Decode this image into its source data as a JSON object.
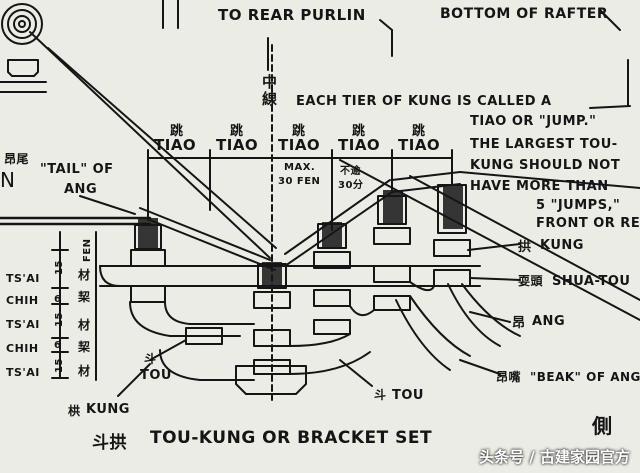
{
  "top_labels": {
    "rear_purlin": "TO REAR PURLIN",
    "rafter": "BOTTOM OF RAFTER"
  },
  "center_line": {
    "zh": "中線"
  },
  "tiao_header": [
    "TIAO",
    "TIAO",
    "TIAO",
    "TIAO",
    "TIAO"
  ],
  "tiao_zh": "跳",
  "max_note": {
    "en": [
      "MAX.",
      "30 FEN"
    ],
    "zh": [
      "不逾",
      "30分"
    ]
  },
  "tier_note": [
    "EACH TIER OF KUNG IS CALLED A",
    "TIAO OR \"JUMP.\"",
    "THE LARGEST TOU-",
    "KUNG SHOULD NOT",
    "HAVE MORE THAN",
    "5 \"JUMPS,\"",
    "FRONT OR RE"
  ],
  "left_labels": {
    "ang_tail_zh": "昂尾",
    "tail_of_ang": [
      "\"TAIL\" OF",
      "ANG"
    ],
    "n_mark": "N"
  },
  "fen_label": "FEN",
  "tier_rows": [
    {
      "name": "TS'AI",
      "fen": "15",
      "zh": "材"
    },
    {
      "name": "CHIH",
      "fen": "6",
      "zh": "栔"
    },
    {
      "name": "TS'AI",
      "fen": "15",
      "zh": "材"
    },
    {
      "name": "CHIH",
      "fen": "6",
      "zh": "栔"
    },
    {
      "name": "TS'AI",
      "fen": "15",
      "zh": "材"
    }
  ],
  "right_labels": {
    "kung": {
      "zh": "拱",
      "en": "KUNG"
    },
    "shua_tou": {
      "zh": "耍頭",
      "en": "SHUA-TOU"
    },
    "ang": {
      "zh": "昂",
      "en": "ANG"
    },
    "beak": {
      "zh": "昂嘴",
      "en": "\"BEAK\" OF ANG"
    }
  },
  "bottom_labels": {
    "tou_left": {
      "zh": "斗",
      "en": "TOU"
    },
    "kung_left": {
      "zh": "栱",
      "en": "KUNG"
    },
    "tou_right": {
      "zh": "斗",
      "en": "TOU"
    }
  },
  "title": {
    "zh": "斗拱",
    "en": "TOU-KUNG OR BRACKET SET"
  },
  "corner_zh": "側",
  "watermark": "头条号 / 古建家园官方",
  "colors": {
    "paper": "#ecece6",
    "ink": "#151515",
    "watermark": "#ffffff"
  }
}
